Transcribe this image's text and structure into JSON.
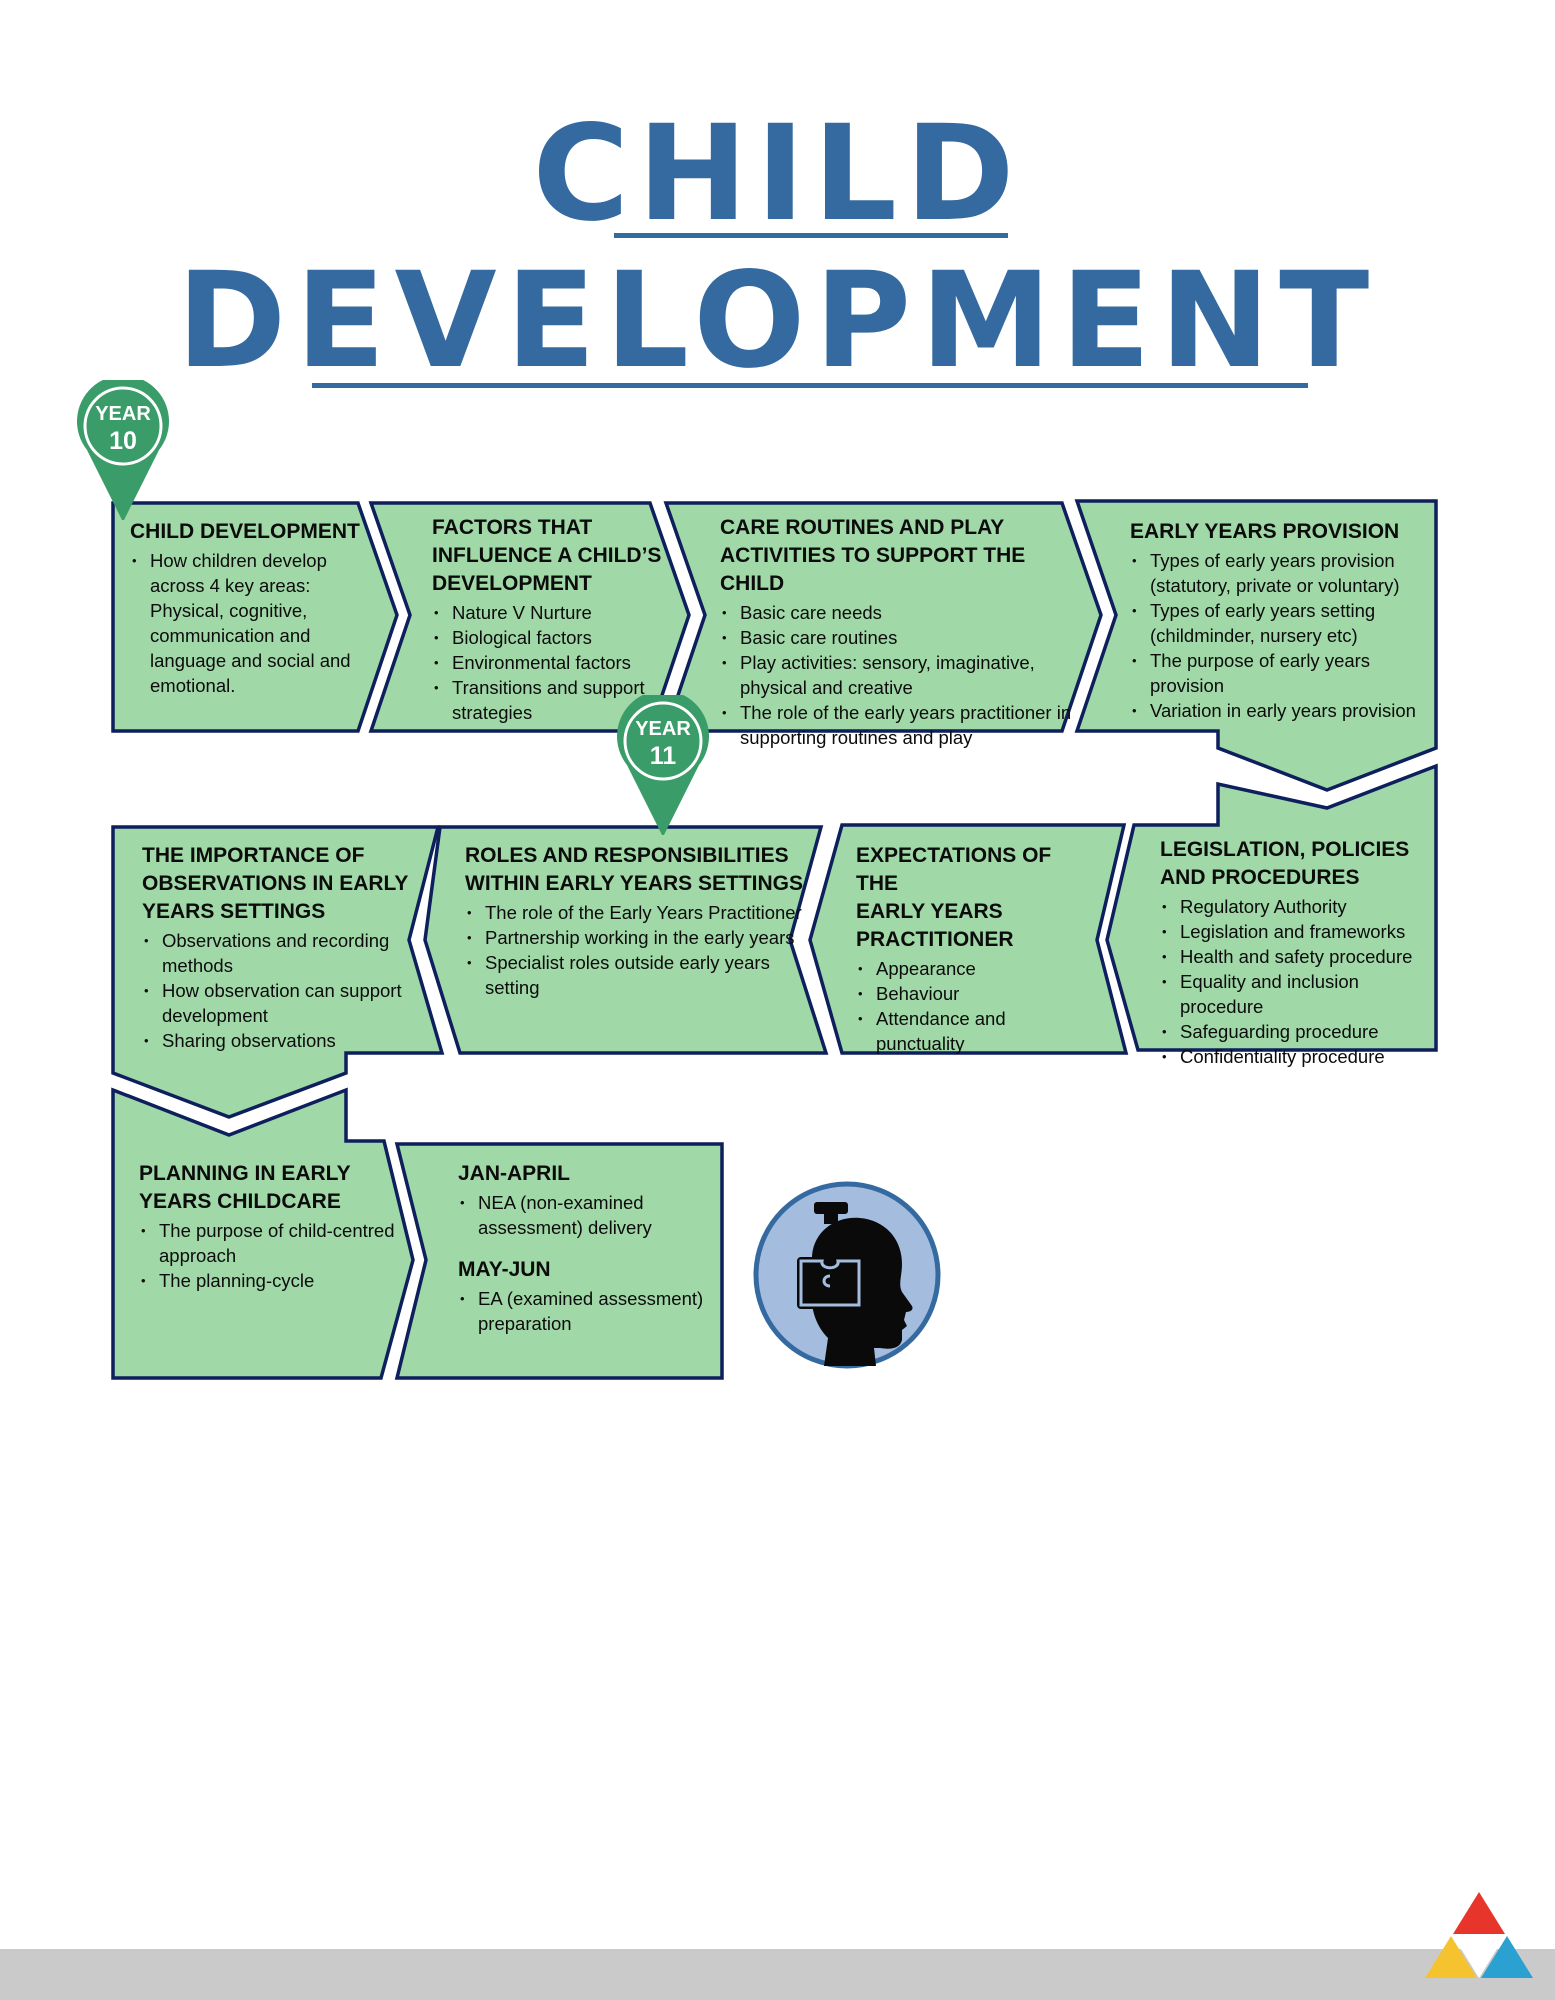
{
  "title": {
    "line1": "CHILD",
    "line2": "DEVELOPMENT"
  },
  "colors": {
    "title_blue": "#356aa0",
    "box_fill": "#a0d8a7",
    "box_border": "#0d1f5c",
    "pin_green": "#3a9c69",
    "icon_circle": "#a4bddf",
    "footer_gray": "#cacaca",
    "logo_red": "#e8352b",
    "logo_yellow": "#f5c230",
    "logo_blue": "#2aa1d0"
  },
  "pins": [
    {
      "label": "YEAR",
      "number": "10"
    },
    {
      "label": "YEAR",
      "number": "11"
    }
  ],
  "boxes": {
    "child_development": {
      "heading": "CHILD DEVELOPMENT",
      "bullets": [
        "How children develop\nacross 4 key areas:\nPhysical, cognitive,\ncommunication and\nlanguage and social and\nemotional."
      ]
    },
    "factors": {
      "heading": "FACTORS THAT\nINFLUENCE A CHILD’S\nDEVELOPMENT",
      "bullets": [
        "Nature V Nurture",
        "Biological factors",
        "Environmental factors",
        "Transitions and support\nstrategies"
      ]
    },
    "care_routines": {
      "heading": "CARE ROUTINES AND PLAY\nACTIVITIES TO SUPPORT THE CHILD",
      "bullets": [
        "Basic care needs",
        "Basic care routines",
        "Play activities: sensory, imaginative,\nphysical and creative",
        "The role of the early years practitioner in\nsupporting routines and play"
      ]
    },
    "early_years_provision": {
      "heading": "EARLY YEARS PROVISION",
      "bullets": [
        "Types of early years provision\n(statutory, private or voluntary)",
        "Types of early years setting\n(childminder, nursery etc)",
        "The purpose of early years provision",
        "Variation in early years provision"
      ]
    },
    "legislation": {
      "heading": "LEGISLATION, POLICIES\nAND PROCEDURES",
      "bullets": [
        "Regulatory Authority",
        "Legislation and frameworks",
        "Health and safety procedure",
        "Equality and inclusion procedure",
        "Safeguarding procedure",
        "Confidentiality procedure"
      ]
    },
    "expectations": {
      "heading": "EXPECTATIONS OF THE\nEARLY YEARS\nPRACTITIONER",
      "bullets": [
        "Appearance",
        "Behaviour",
        "Attendance and punctuality"
      ]
    },
    "roles": {
      "heading": "ROLES AND RESPONSIBILITIES\nWITHIN EARLY YEARS SETTINGS",
      "bullets": [
        "The role of the Early Years Practitioner",
        "Partnership working in the early years",
        "Specialist roles outside early years\nsetting"
      ]
    },
    "observations": {
      "heading": "THE IMPORTANCE OF\nOBSERVATIONS IN EARLY\nYEARS SETTINGS",
      "bullets": [
        "Observations and recording\nmethods",
        "How observation can support\ndevelopment",
        "Sharing observations"
      ]
    },
    "planning": {
      "heading": "PLANNING IN EARLY\nYEARS CHILDCARE",
      "bullets": [
        "The purpose of child-centred\napproach",
        "The planning-cycle"
      ]
    },
    "assessment": {
      "heading1": "JAN-APRIL",
      "bullets1": [
        "NEA (non-examined\nassessment) delivery"
      ],
      "heading2": "MAY-JUN",
      "bullets2": [
        "EA (examined assessment)\npreparation"
      ]
    }
  },
  "icons": {
    "center": "head-puzzle-icon",
    "logo": "triangle-logo-icon"
  }
}
